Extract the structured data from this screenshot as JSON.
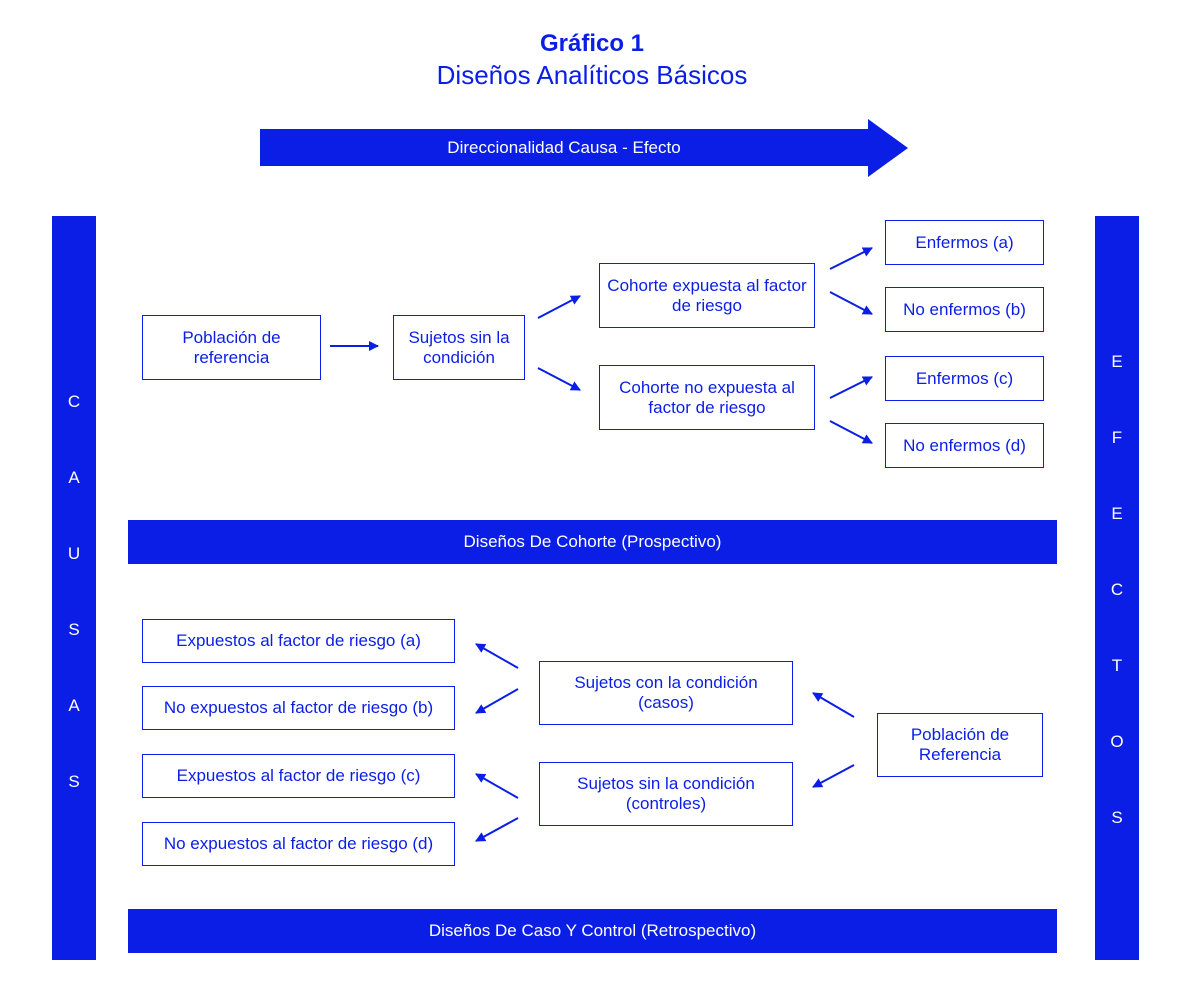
{
  "title": "Gráfico 1",
  "subtitle": "Diseños Analíticos Básicos",
  "direction_arrow": "Direccionalidad Causa - Efecto",
  "causas_letters": [
    "C",
    "A",
    "U",
    "S",
    "A",
    "S"
  ],
  "efectos_letters": [
    "E",
    "F",
    "E",
    "C",
    "T",
    "O",
    "S"
  ],
  "cohort": {
    "poblacion": "Población de referencia",
    "sujetos": "Sujetos sin la condición",
    "expuesta": "Cohorte expuesta al factor de riesgo",
    "no_expuesta": "Cohorte  no expuesta al factor de riesgo",
    "enfermos_a": "Enfermos (a)",
    "no_enfermos_b": "No enfermos (b)",
    "enfermos_c": "Enfermos (c)",
    "no_enfermos_d": "No enfermos (d)",
    "banner": "Diseños  De Cohorte (Prospectivo)"
  },
  "case_control": {
    "expuestos_a": "Expuestos al factor de riesgo (a)",
    "no_expuestos_b": "No expuestos al factor de riesgo (b)",
    "expuestos_c": "Expuestos al factor de riesgo (c)",
    "no_expuestos_d": "No expuestos al factor de riesgo (d)",
    "casos": "Sujetos con la condición (casos)",
    "controles": "Sujetos sin la condición (controles)",
    "poblacion": "Población de Referencia",
    "banner": "Diseños De Caso Y Control (Retrospectivo)"
  },
  "colors": {
    "accent": "#0a1ee6"
  }
}
